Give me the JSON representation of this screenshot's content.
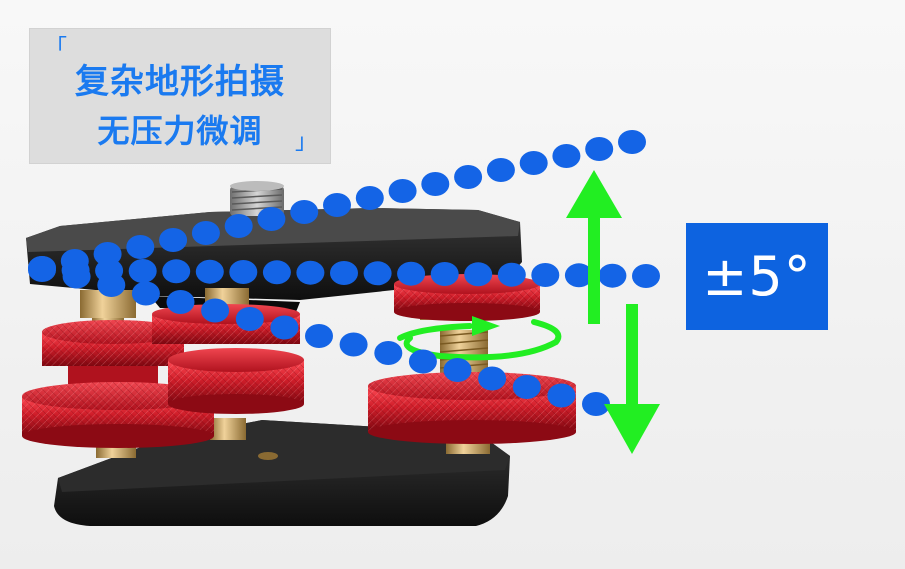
{
  "caption": {
    "open_bracket": "「",
    "line1": "复杂地形拍摄",
    "line2": "无压力微调",
    "close_bracket": "」"
  },
  "badge": {
    "text": "±5°"
  },
  "colors": {
    "caption_text": "#1a7af0",
    "caption_bg": "#dddddd",
    "badge_bg": "#0d63e0",
    "badge_text": "#ffffff",
    "dots": "#1464e6",
    "arrows": "#22ee22",
    "knob_red": "#d01e2a",
    "plate_black": "#161616",
    "brass": "#c49a50"
  },
  "icons": {
    "up": "up-arrow-icon",
    "down": "down-arrow-icon",
    "rotate": "rotate-arrow-icon"
  }
}
